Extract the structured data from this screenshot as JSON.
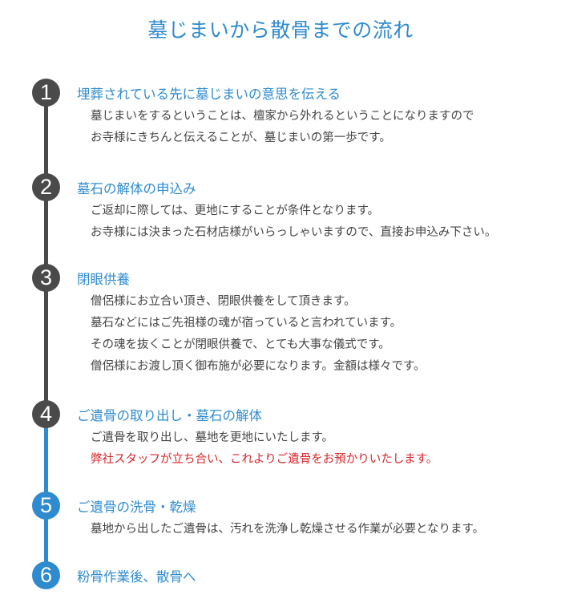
{
  "title": "墓じまいから散骨までの流れ",
  "colors": {
    "accent": "#2f8bcf",
    "dark": "#4a4a4a",
    "red": "#d6262b",
    "text": "#444444"
  },
  "steps": [
    {
      "number": "1",
      "heading": "埋葬されている先に墓じまいの意思を伝える",
      "lines": [
        "墓じまいをするということは、檀家から外れるということになりますので",
        "お寺様にきちんと伝えることが、墓じまいの第一歩です。"
      ]
    },
    {
      "number": "2",
      "heading": "墓石の解体の申込み",
      "lines": [
        "ご返却に際しては、更地にすることが条件となります。",
        "お寺様には決まった石材店様がいらっしゃいますので、直接お申込み下さい。"
      ]
    },
    {
      "number": "3",
      "heading": "閉眼供養",
      "lines": [
        "僧侶様にお立合い頂き、閉眼供養をして頂きます。",
        "墓石などにはご先祖様の魂が宿っていると言われています。",
        "その魂を抜くことが閉眼供養で、とても大事な儀式です。",
        "僧侶様にお渡し頂く御布施が必要になります。金額は様々です。"
      ]
    },
    {
      "number": "4",
      "heading": "ご遺骨の取り出し・墓石の解体",
      "lines": [
        "ご遺骨を取り出し、墓地を更地にいたします。"
      ],
      "highlight": "弊社スタッフが立ち合い、これよりご遺骨をお預かりいたします。"
    },
    {
      "number": "5",
      "heading": "ご遺骨の洗骨・乾燥",
      "lines": [
        "墓地から出したご遺骨は、汚れを洗浄し乾燥させる作業が必要となります。"
      ]
    },
    {
      "number": "6",
      "heading": "粉骨作業後、散骨へ",
      "lines": []
    }
  ]
}
